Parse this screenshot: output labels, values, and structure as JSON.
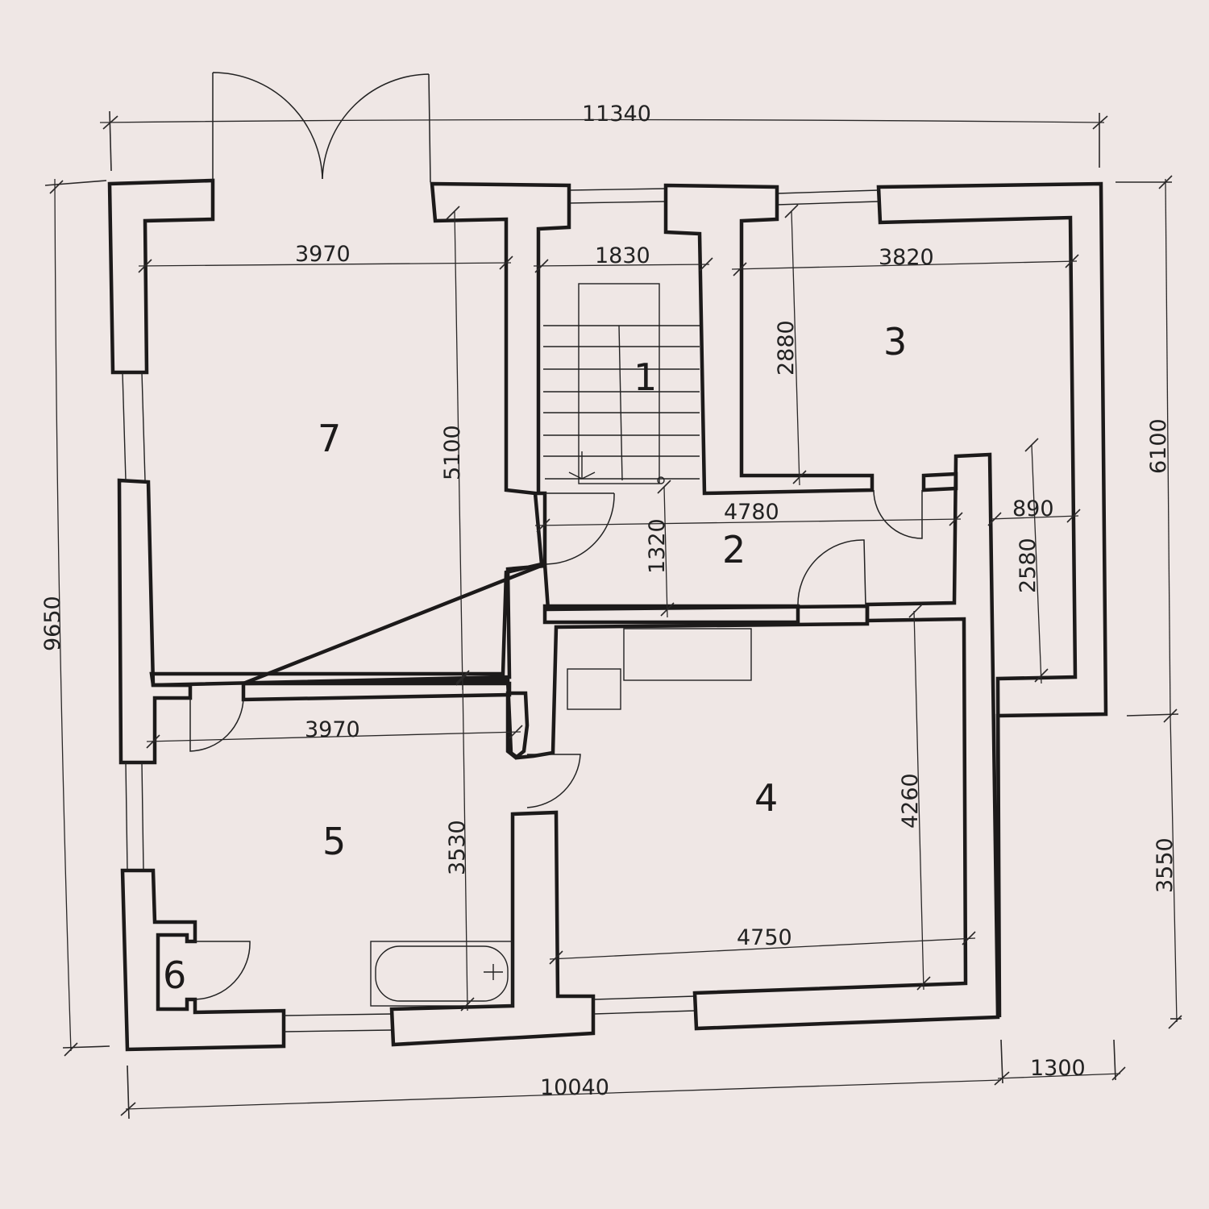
{
  "rooms": {
    "r1": "1",
    "r2": "2",
    "r3": "3",
    "r4": "4",
    "r5": "5",
    "r6": "6",
    "r7": "7"
  },
  "dimensions": {
    "overall_top": "11340",
    "overall_bottom": "10040",
    "bottom_right": "1300",
    "left_height": "9650",
    "right_upper": "6100",
    "right_lower": "3550",
    "room7_width": "3970",
    "room7_height": "5100",
    "stair_width": "1830",
    "room3_width": "3820",
    "room3_height": "2880",
    "hall_width": "4780",
    "hall_height": "1320",
    "closet_width": "890",
    "closet_height": "2580",
    "room5_width": "3970",
    "room5_height": "3530",
    "room4_height": "4260",
    "room4_width": "4750"
  }
}
